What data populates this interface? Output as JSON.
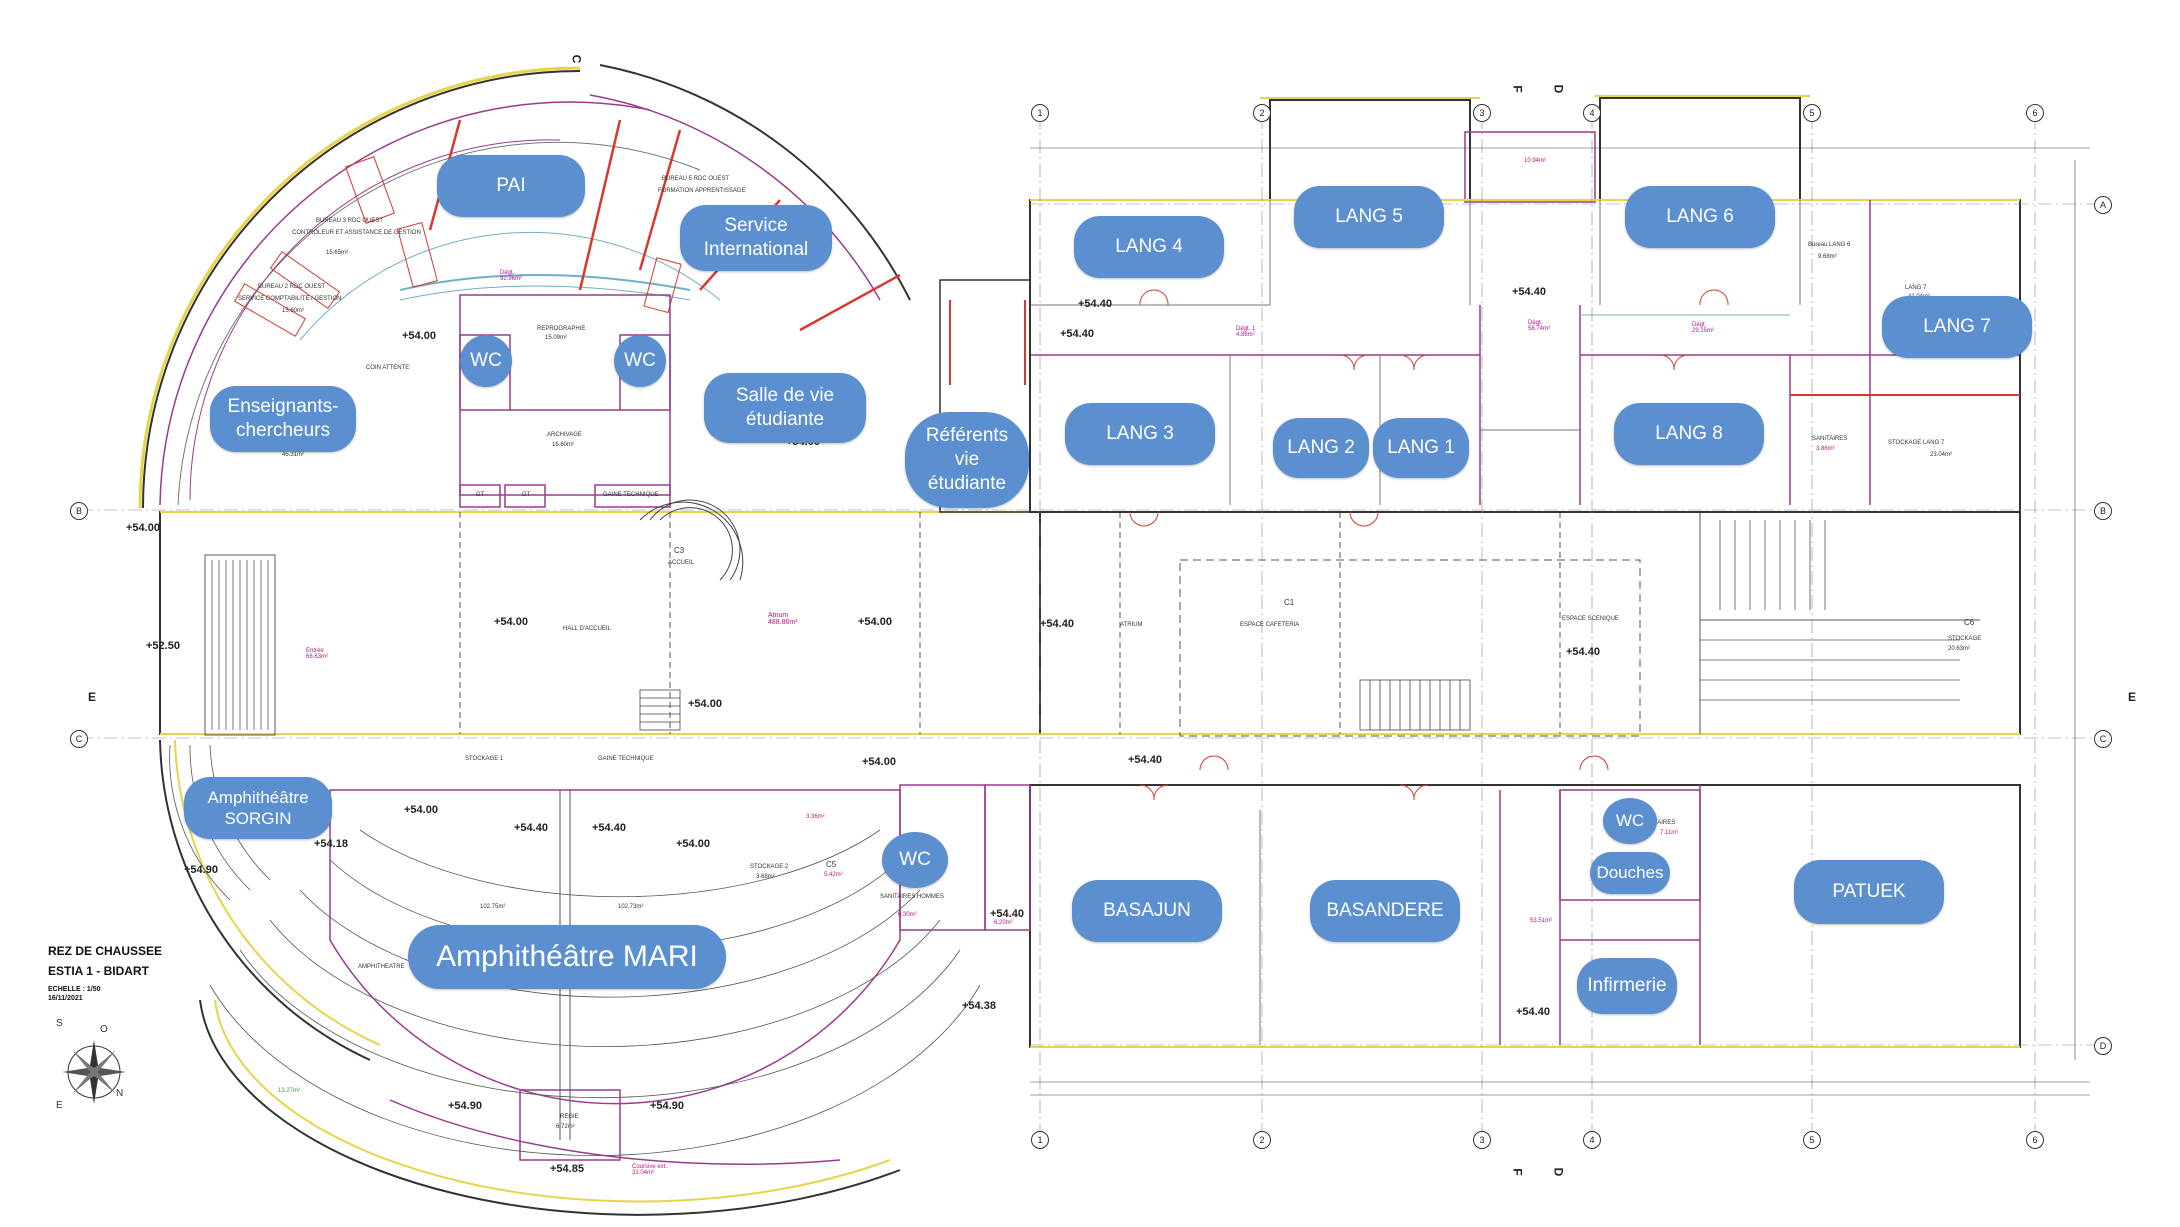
{
  "plan": {
    "title": "REZ DE CHAUSSEE",
    "building": "ESTIA 1 - BIDART",
    "scale": "ECHELLE : 1/50",
    "date": "16/11/2021",
    "compass_letters": [
      "S",
      "O",
      "E",
      "N"
    ]
  },
  "room_tags": [
    {
      "id": "pai",
      "label": "PAI"
    },
    {
      "id": "service-international",
      "label": "Service\nInternational"
    },
    {
      "id": "enseignants",
      "label": "Enseignants-\nchercheurs"
    },
    {
      "id": "wc-1",
      "label": "WC"
    },
    {
      "id": "wc-2",
      "label": "WC"
    },
    {
      "id": "salle-vie",
      "label": "Salle de vie\nétudiante"
    },
    {
      "id": "referents",
      "label": "Référents\nvie\nétudiante"
    },
    {
      "id": "lang4",
      "label": "LANG 4"
    },
    {
      "id": "lang5",
      "label": "LANG 5"
    },
    {
      "id": "lang6",
      "label": "LANG 6"
    },
    {
      "id": "lang7",
      "label": "LANG 7"
    },
    {
      "id": "lang3",
      "label": "LANG 3"
    },
    {
      "id": "lang2",
      "label": "LANG 2"
    },
    {
      "id": "lang1",
      "label": "LANG 1"
    },
    {
      "id": "lang8",
      "label": "LANG 8"
    },
    {
      "id": "sorgin",
      "label": "Amphithéâtre\nSORGIN"
    },
    {
      "id": "mari",
      "label": "Amphithéâtre MARI"
    },
    {
      "id": "wc-3",
      "label": "WC"
    },
    {
      "id": "basajun",
      "label": "BASAJUN"
    },
    {
      "id": "basandere",
      "label": "BASANDERE"
    },
    {
      "id": "wc-4",
      "label": "WC"
    },
    {
      "id": "douches",
      "label": "Douches"
    },
    {
      "id": "infirmerie",
      "label": "Infirmerie"
    },
    {
      "id": "patuek",
      "label": "PATUEK"
    }
  ],
  "levels": [
    {
      "id": "l1",
      "text": "+54.00"
    },
    {
      "id": "l2",
      "text": "+54.00"
    },
    {
      "id": "l3",
      "text": "+54.00"
    },
    {
      "id": "l4",
      "text": "+54.40"
    },
    {
      "id": "l5",
      "text": "+54.40"
    },
    {
      "id": "l6",
      "text": "+54.00"
    },
    {
      "id": "l7",
      "text": "+52.50"
    },
    {
      "id": "l8",
      "text": "+54.00"
    },
    {
      "id": "l9",
      "text": "+54.00"
    },
    {
      "id": "l10",
      "text": "+54.40"
    },
    {
      "id": "l11",
      "text": "+54.40"
    },
    {
      "id": "l12",
      "text": "+54.00"
    },
    {
      "id": "l13",
      "text": "+54.00"
    },
    {
      "id": "l14",
      "text": "+54.40"
    },
    {
      "id": "l15",
      "text": "+54.40"
    },
    {
      "id": "l16",
      "text": "+54.40"
    },
    {
      "id": "l17",
      "text": "+54.18"
    },
    {
      "id": "l18",
      "text": "+54.90"
    },
    {
      "id": "l19",
      "text": "+54.00"
    },
    {
      "id": "l20",
      "text": "+54.40"
    },
    {
      "id": "l21",
      "text": "+54.38"
    },
    {
      "id": "l22",
      "text": "+54.40"
    },
    {
      "id": "l23",
      "text": "+54.40"
    },
    {
      "id": "l24",
      "text": "+54.90"
    },
    {
      "id": "l25",
      "text": "+54.90"
    },
    {
      "id": "l26",
      "text": "+54.85"
    }
  ],
  "small_labels": [
    {
      "id": "t1",
      "text": "REPROGRAPHIE"
    },
    {
      "id": "t2",
      "text": "ARCHIVAGE"
    },
    {
      "id": "t3",
      "text": "GAINE TECHNIQUE"
    },
    {
      "id": "t4",
      "text": "HALL D'ACCUEIL"
    },
    {
      "id": "t5",
      "text": "ACCUEIL"
    },
    {
      "id": "t6",
      "text": "ATRIUM"
    },
    {
      "id": "t7",
      "text": "ESPACE CAFETERIA"
    },
    {
      "id": "t8",
      "text": "ESPACE SCENIQUE"
    },
    {
      "id": "t9",
      "text": "STOCKAGE"
    },
    {
      "id": "t10",
      "text": "STOCKAGE 1"
    },
    {
      "id": "t11",
      "text": "GAINE TECHNIQUE"
    },
    {
      "id": "t12",
      "text": "STOCKAGE 2"
    },
    {
      "id": "t13",
      "text": "SANITAIRES HOMMES"
    },
    {
      "id": "t14",
      "text": "REGIE"
    },
    {
      "id": "t15",
      "text": "SANITAIRES"
    },
    {
      "id": "t16",
      "text": "STOCKAGE LANG 7"
    },
    {
      "id": "t17",
      "text": "Bureau LANG 6"
    },
    {
      "id": "t18",
      "text": "LANG 7"
    },
    {
      "id": "t19",
      "text": "SANITAIRES"
    },
    {
      "id": "t20",
      "text": "BUREAU 2 RDC OUEST"
    },
    {
      "id": "t21",
      "text": "SERVICE COMPTABILITE / GESTION"
    },
    {
      "id": "t22",
      "text": "BUREAU 3 RDC OUEST"
    },
    {
      "id": "t23",
      "text": "CONTROLEUR ET ASSISTANCE DE GESTION"
    },
    {
      "id": "t24",
      "text": "BUREAU 5 RDC OUEST"
    },
    {
      "id": "t25",
      "text": "FORMATION APPRENTISSAGE"
    },
    {
      "id": "t26",
      "text": "COIN ATTENTE"
    },
    {
      "id": "t27",
      "text": "AMPHITHEATRE"
    },
    {
      "id": "t28",
      "text": "C1"
    },
    {
      "id": "t29",
      "text": "C3"
    },
    {
      "id": "t30",
      "text": "C5"
    },
    {
      "id": "t31",
      "text": "C6"
    },
    {
      "id": "t32",
      "text": "GT"
    },
    {
      "id": "t33",
      "text": "GT"
    }
  ],
  "areas": [
    {
      "id": "a1",
      "text": "45.31m²"
    },
    {
      "id": "a2",
      "text": "15.09m²"
    },
    {
      "id": "a3",
      "text": "16.60m²"
    },
    {
      "id": "a4",
      "text": "102.75m²"
    },
    {
      "id": "a5",
      "text": "102.73m²"
    },
    {
      "id": "a6",
      "text": "20.63m²"
    },
    {
      "id": "a7",
      "text": "23.04m²"
    },
    {
      "id": "a8",
      "text": "41.04m²"
    },
    {
      "id": "a9",
      "text": "9.68m²"
    },
    {
      "id": "a10",
      "text": "3.68m²"
    },
    {
      "id": "a11",
      "text": "6.72m²"
    },
    {
      "id": "a12",
      "text": "15.65m²"
    },
    {
      "id": "a13",
      "text": "15.60m²"
    }
  ],
  "magenta_areas": [
    {
      "id": "m1",
      "text": "Dégt.\n92.96m²"
    },
    {
      "id": "m2",
      "text": "Atrium\n488.86m²"
    },
    {
      "id": "m3",
      "text": "Entrée\n68.63m²"
    },
    {
      "id": "m4",
      "text": "Dégt.\n58.74m²"
    },
    {
      "id": "m5",
      "text": "Dégt.\n29.15m²"
    },
    {
      "id": "m6",
      "text": "Dégt. 1\n4.86m²"
    },
    {
      "id": "m7",
      "text": "10.94m²"
    },
    {
      "id": "m8",
      "text": "3.36m²"
    },
    {
      "id": "m9",
      "text": "5.42m²"
    },
    {
      "id": "m10",
      "text": "6.30m²"
    },
    {
      "id": "m11",
      "text": "6.20m²"
    },
    {
      "id": "m12",
      "text": "53.51m²"
    },
    {
      "id": "m13",
      "text": "7.11m²"
    },
    {
      "id": "m14",
      "text": "3.86m²"
    },
    {
      "id": "m15",
      "text": "Coursive ext.\n32.04m²"
    },
    {
      "id": "m16",
      "text": "13.27m²"
    }
  ],
  "grid_axes": {
    "columns": [
      "1",
      "2",
      "3",
      "4",
      "5",
      "6"
    ],
    "rows": [
      "A",
      "B",
      "C",
      "D"
    ]
  },
  "section_marks": {
    "C": "C",
    "E_left": "E",
    "E_right": "E",
    "F": "F",
    "D": "D"
  },
  "colors": {
    "tag_blue": "#5b8fcf",
    "wall": "#333333",
    "partition": "#9b3a8f",
    "accent_red": "#d63a2f",
    "yellow_outline": "#e8d44a",
    "magenta_text": "#b0168a"
  }
}
